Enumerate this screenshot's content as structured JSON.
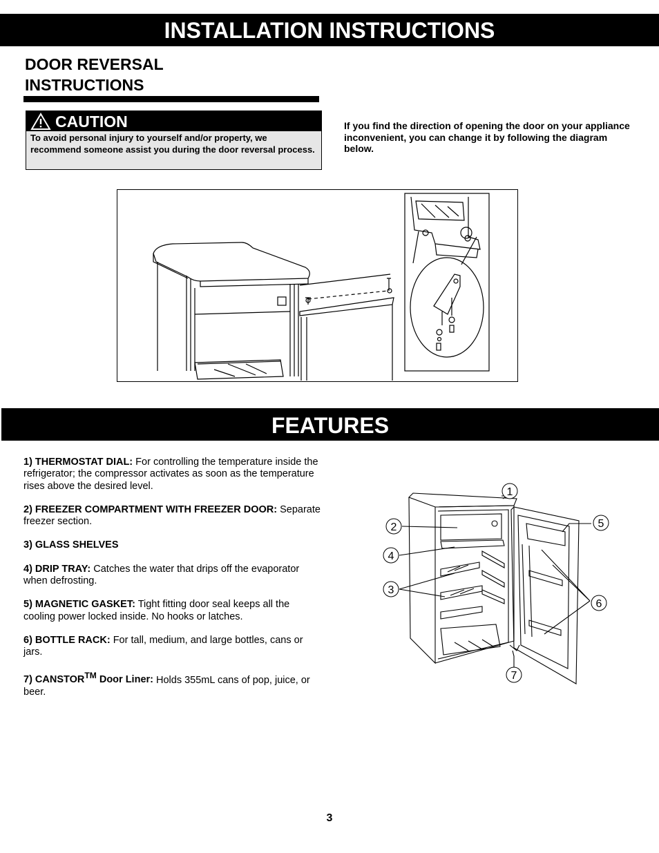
{
  "header": {
    "title": "INSTALLATION INSTRUCTIONS"
  },
  "door_reversal": {
    "title_line1": "DOOR REVERSAL",
    "title_line2": "INSTRUCTIONS",
    "caution_label": "CAUTION",
    "caution_text": "To avoid personal injury to yourself and/or property, we recommend  someone assist you during the door reversal process.",
    "intro_text": "If you find the direction of opening the door on your appliance inconvenient, you can change it by following the diagram below."
  },
  "features": {
    "title": "FEATURES",
    "items": [
      {
        "label": "1) THERMOSTAT DIAL:",
        "text": " For controlling the temperature  inside the refrigerator; the compressor activates as soon as the temperature rises above the desired level."
      },
      {
        "label": "2) FREEZER COMPARTMENT WITH FREEZER DOOR:",
        "text": "  Separate freezer section."
      },
      {
        "label": "3) GLASS SHELVES",
        "text": ""
      },
      {
        "label": "4) DRIP TRAY:",
        "text": " Catches the water that drips off the evaporator when defrosting."
      },
      {
        "label": "5) MAGNETIC GASKET:",
        "text": " Tight fitting door seal keeps all the cooling power locked inside. No hooks or latches."
      },
      {
        "label": "6) BOTTLE RACK:",
        "text": " For tall, medium, and large bottles, cans or jars."
      }
    ],
    "item7": {
      "label_a": "7) CANSTOR",
      "label_sup": "TM",
      "label_b": " Door Liner:",
      "text": " Holds 355mL cans of pop, juice, or beer."
    },
    "callouts": [
      "1",
      "2",
      "3",
      "4",
      "5",
      "6",
      "7"
    ]
  },
  "page_number": "3"
}
